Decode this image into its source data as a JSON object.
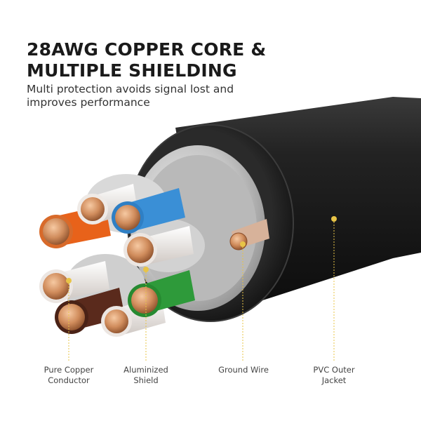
{
  "headline": {
    "line1": "28AWG COPPER CORE &",
    "line2": "MULTIPLE SHIELDING"
  },
  "subline": {
    "line1": "Multi protection avoids signal lost and",
    "line2": "improves performance"
  },
  "labels": {
    "conductor": {
      "line1": "Pure Copper",
      "line2": "Conductor"
    },
    "shield": {
      "line1": "Aluminized",
      "line2": "Shield"
    },
    "ground": {
      "line1": "Ground Wire"
    },
    "jacket": {
      "line1": "PVC Outer",
      "line2": "Jacket"
    }
  },
  "colors": {
    "jacket": "#1c1c1c",
    "foil": "#cfcfcf",
    "copper": "#c98a5a",
    "wire_orange": "#e8621a",
    "wire_blue": "#3a8fd6",
    "wire_green": "#2e9a3a",
    "wire_brown": "#5a2a1c",
    "wire_white": "#e9e4e0",
    "marker": "#e8c447"
  }
}
